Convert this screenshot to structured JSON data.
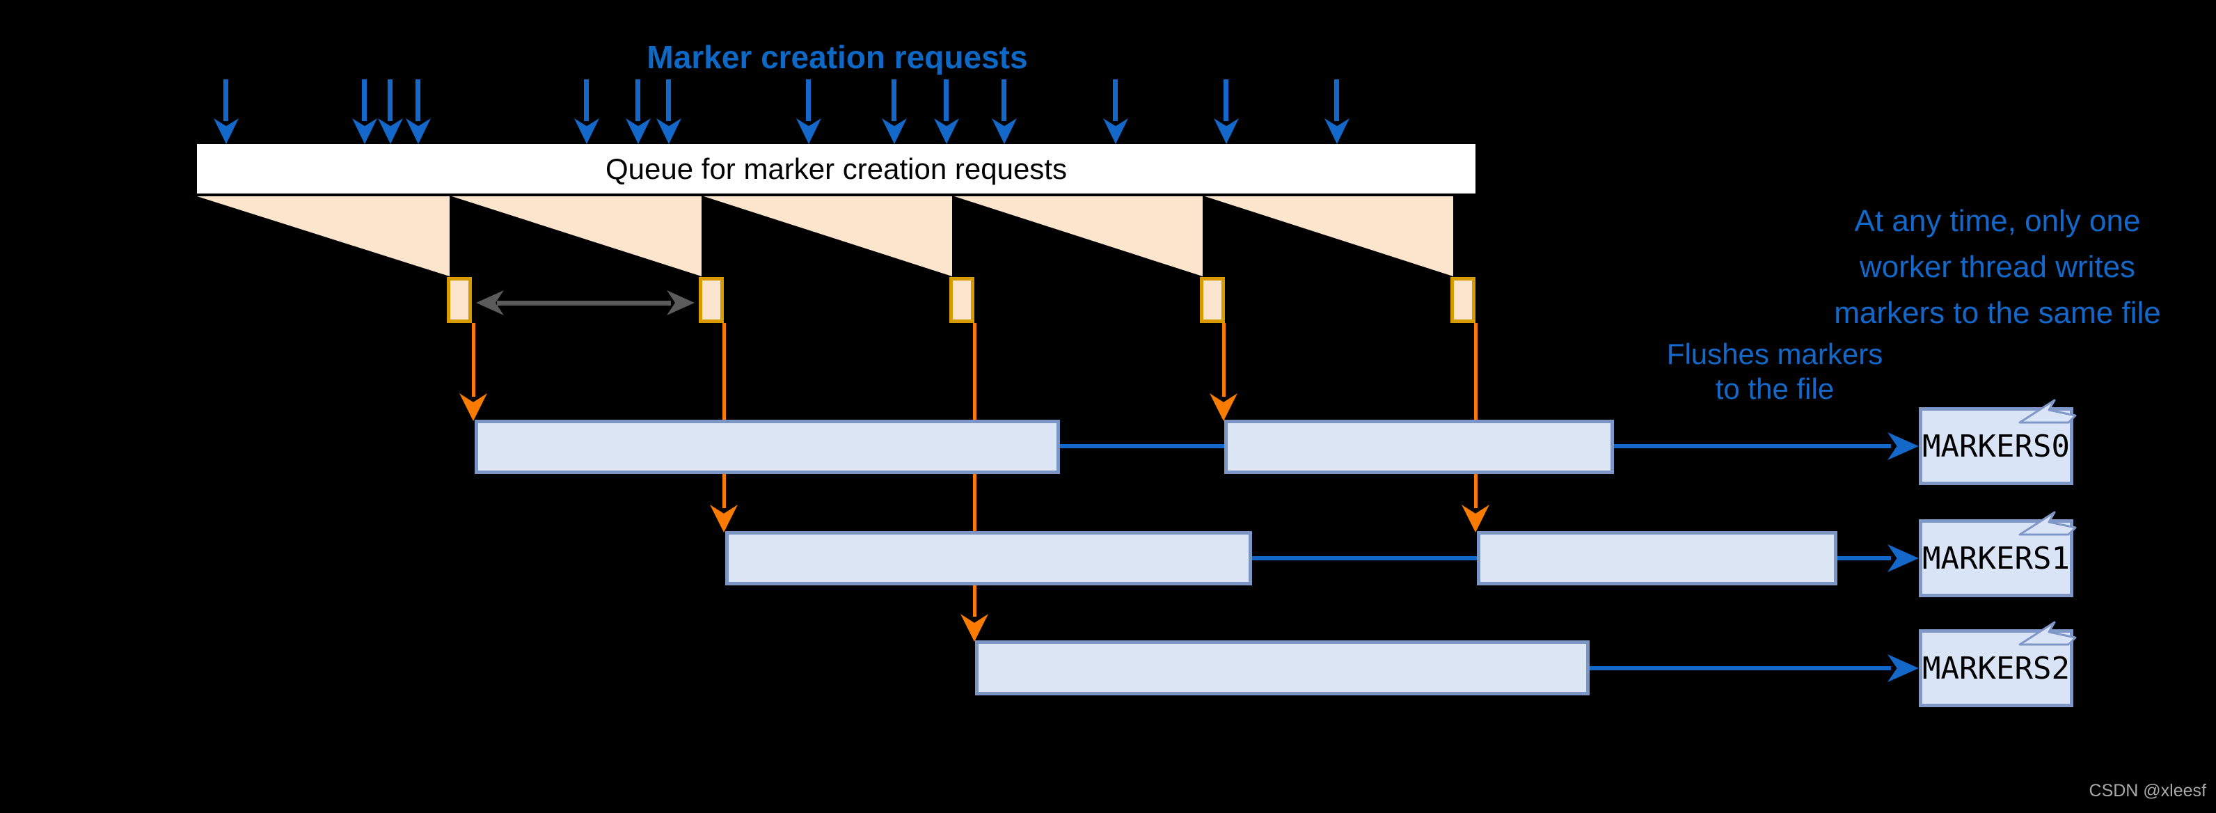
{
  "diagram": {
    "title": "Marker creation requests",
    "queue_label": "Queue for marker creation requests",
    "notes": {
      "worker_line1": "At any time, only one",
      "worker_line2": "worker thread writes",
      "worker_line3": "markers to the same file",
      "flush_line1": "Flushes markers",
      "flush_line2": "to the file"
    },
    "files": [
      {
        "label": "MARKERS0"
      },
      {
        "label": "MARKERS1"
      },
      {
        "label": "MARKERS2"
      }
    ],
    "icons": {
      "request_arrow": "down-arrow-icon",
      "flush_arrow": "down-arrow-icon",
      "distance_arrow": "double-headed-arrow-icon",
      "file_write_arrow": "right-arrow-icon",
      "page_curl": "page-curl-icon"
    },
    "watermark": "CSDN @xleesf"
  },
  "colors": {
    "background": "#000000",
    "accent_blue": "#1368C9",
    "title_blue": "#0D68C6",
    "orange": "#F97C00",
    "gold_border": "#D79B00",
    "peach": "#FCE5CD",
    "bar_fill": "#DCE6F5",
    "bar_border": "#7B96C4",
    "file_fill": "#DAE4F7",
    "file_border": "#8098C7",
    "gray_arrow": "#5B5B5B",
    "queue_fill": "#FFFFFF",
    "watermark_gray": "#A8A8A8"
  }
}
